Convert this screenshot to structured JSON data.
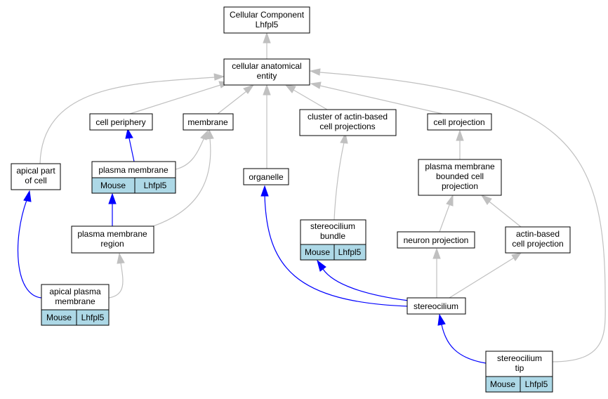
{
  "nodes": {
    "cellular_component": {
      "lines": [
        "Cellular Component",
        "Lhfpl5"
      ]
    },
    "cellular_anatomical_entity": {
      "lines": [
        "cellular anatomical",
        "entity"
      ]
    },
    "cell_periphery": {
      "lines": [
        "cell periphery"
      ]
    },
    "membrane": {
      "lines": [
        "membrane"
      ]
    },
    "cluster_actin": {
      "lines": [
        "cluster of actin-based",
        "cell projections"
      ]
    },
    "cell_projection": {
      "lines": [
        "cell projection"
      ]
    },
    "apical_part": {
      "lines": [
        "apical part",
        "of cell"
      ]
    },
    "plasma_membrane": {
      "lines": [
        "plasma membrane"
      ],
      "cells": [
        "Mouse",
        "Lhfpl5"
      ]
    },
    "organelle": {
      "lines": [
        "organelle"
      ]
    },
    "pm_bounded_projection": {
      "lines": [
        "plasma membrane",
        "bounded cell",
        "projection"
      ]
    },
    "pm_region": {
      "lines": [
        "plasma membrane",
        "region"
      ]
    },
    "stereocilium_bundle": {
      "lines": [
        "stereocilium",
        "bundle"
      ],
      "cells": [
        "Mouse",
        "Lhfpl5"
      ]
    },
    "neuron_projection": {
      "lines": [
        "neuron projection"
      ]
    },
    "actin_projection": {
      "lines": [
        "actin-based",
        "cell projection"
      ]
    },
    "apical_pm": {
      "lines": [
        "apical plasma",
        "membrane"
      ],
      "cells": [
        "Mouse",
        "Lhfpl5"
      ]
    },
    "stereocilium": {
      "lines": [
        "stereocilium"
      ]
    },
    "stereocilium_tip": {
      "lines": [
        "stereocilium",
        "tip"
      ],
      "cells": [
        "Mouse",
        "Lhfpl5"
      ]
    }
  },
  "colors": {
    "is_a_edge": "#c0c0c0",
    "part_of_edge": "#0000ff",
    "annotation_cell": "#add8e6"
  }
}
